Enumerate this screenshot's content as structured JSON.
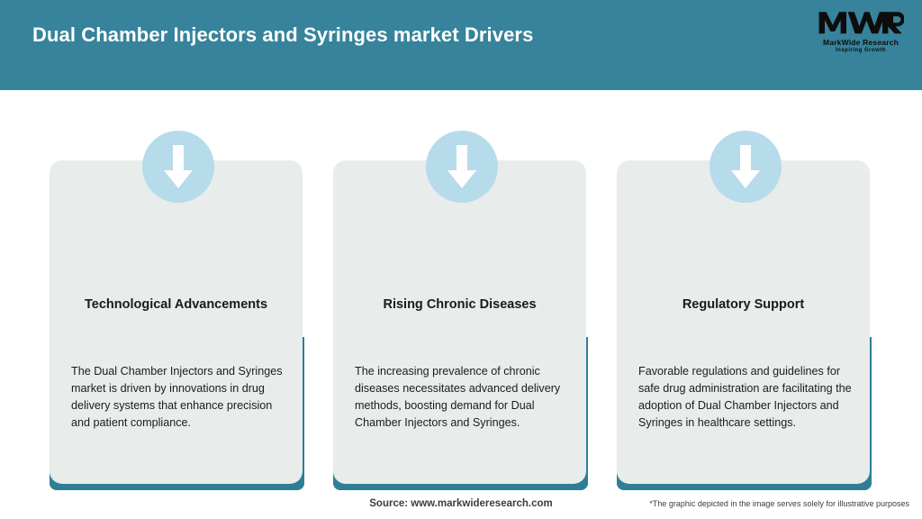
{
  "header": {
    "title": "Dual Chamber Injectors and Syringes market Drivers",
    "bar_color": "#36839b",
    "logo": {
      "mark": "MWR",
      "name": "MarkWide Research",
      "tagline": "Inspiring Growth"
    }
  },
  "theme": {
    "teal": "#2d7f96",
    "card_bg": "#e8eceb",
    "circle_blue": "#b6dbea",
    "arrow_color": "#ffffff"
  },
  "cards": [
    {
      "icon": "down-arrow-icon",
      "title": "Technological Advancements",
      "body": "The Dual Chamber Injectors and Syringes market is driven by innovations in drug delivery systems that enhance precision and patient compliance."
    },
    {
      "icon": "down-arrow-icon",
      "title": "Rising Chronic Diseases",
      "body": "The increasing prevalence of chronic diseases necessitates advanced delivery methods, boosting demand for Dual Chamber Injectors and Syringes."
    },
    {
      "icon": "down-arrow-icon",
      "title": "Regulatory Support",
      "body": "Favorable regulations and guidelines for safe drug administration are facilitating the adoption of Dual Chamber Injectors and Syringes in healthcare settings."
    }
  ],
  "footer": {
    "source": "Source: www.markwideresearch.com",
    "disclaimer": "*The graphic depicted in the image serves solely for illustrative purposes"
  }
}
